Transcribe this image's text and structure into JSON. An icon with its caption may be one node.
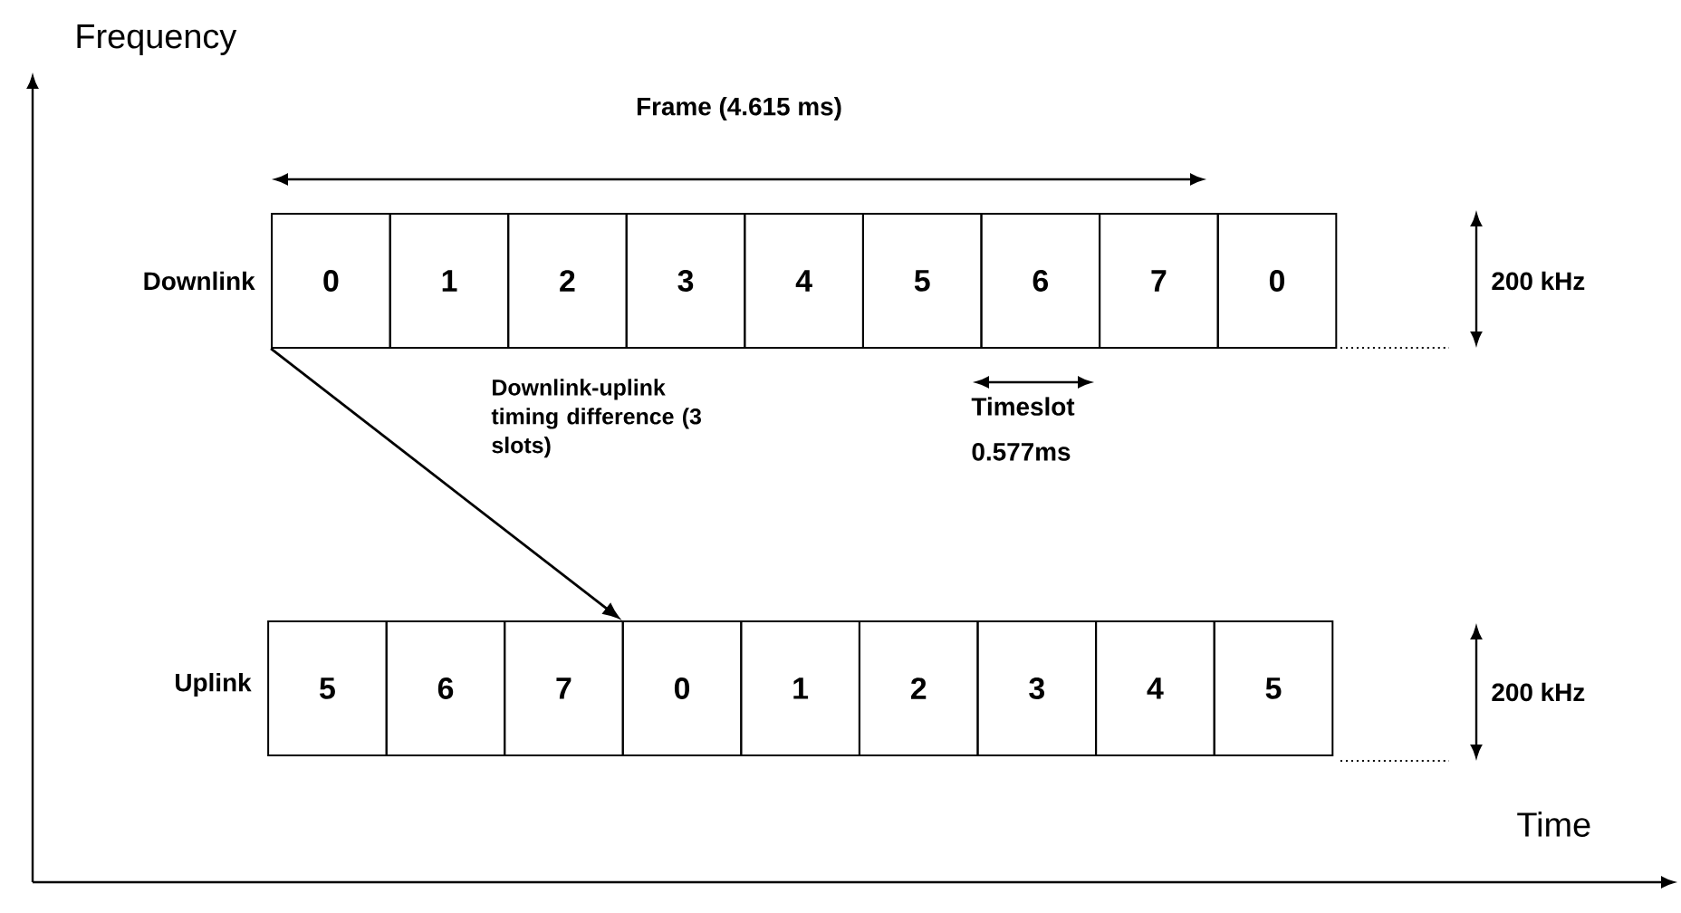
{
  "diagram": {
    "nodes": [
      {
        "text": [
          "0"
        ]
      },
      {
        "text": [
          "1"
        ]
      },
      {
        "text": [
          "2"
        ]
      },
      {
        "text": [
          "3"
        ]
      },
      {
        "text": [
          "4"
        ]
      },
      {
        "text": [
          "5"
        ]
      },
      {
        "text": [
          "6"
        ]
      },
      {
        "text": [
          "7"
        ]
      },
      {
        "text": [
          "0"
        ]
      },
      {
        "text": [
          "5"
        ]
      },
      {
        "text": [
          "6"
        ]
      },
      {
        "text": [
          "7"
        ]
      },
      {
        "text": [
          "0"
        ]
      },
      {
        "text": [
          "1"
        ]
      },
      {
        "text": [
          "2"
        ]
      },
      {
        "text": [
          "3"
        ]
      },
      {
        "text": [
          "4"
        ]
      },
      {
        "text": [
          "5"
        ]
      }
    ],
    "edges": [
      {
        "from": 0,
        "to": 12,
        "arrow": "to",
        "label": "Downlink-uplink timing difference (3 slots)"
      }
    ],
    "labels": [
      "Frequency",
      "Frame (4.615 ms)",
      "Downlink",
      "200 kHz",
      "Timeslot 0.577ms",
      "Uplink",
      "200 kHz",
      "Time"
    ]
  }
}
